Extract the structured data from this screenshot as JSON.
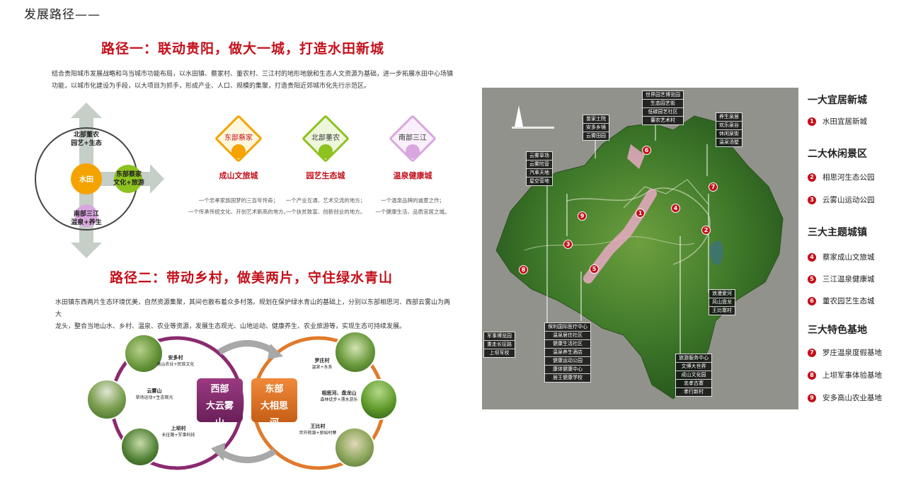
{
  "page_title": "发展路径——",
  "path1": {
    "title": "路径一：联动贵阳，做大一城，打造水田新城",
    "para1": "结合贵阳城市发展战略和乌当城市功能布局，以水田镇、蔡家村、董农村、三江村的地形地貌和生态人文资源为基础，进一步拓展水田中心场镇",
    "para2": "功能，以城市化建设为手段，以大项目为抓手，形成产业、人口、规模的集聚，打造贵阳近郊城市化先行示范区。",
    "compass": {
      "north": "北部董农",
      "north_sub": "园艺+生态",
      "center": "水田",
      "east": "东部蔡家",
      "east_sub": "文化+旅游",
      "south": "南部三江",
      "south_sub": "温泉+养生"
    },
    "towns": [
      {
        "diamond": "东部蔡家",
        "name": "成山文旅城",
        "line1": "一个忠孝家族国梦的三百年传奇；",
        "line2": "一个传承传统文化、开创艺术新高的地方。",
        "color": "#f5a300",
        "text_color": "#c3101b",
        "dot": "#f5a300"
      },
      {
        "diamond": "北部董农",
        "name": "园艺生态城",
        "line1": "一个产业互通、艺术交流的地方；",
        "line2": "一个扶贫致富、创新创业的地方。",
        "color": "#8dc21f",
        "text_color": "#c3101b",
        "dot": "#8dc21f"
      },
      {
        "diamond": "南部三江",
        "name": "温泉健康城",
        "line1": "一个温泉品牌的诚意之作；",
        "line2": "一个健康生活、品质宜居之城。",
        "color": "#d9a7e0",
        "text_color": "#c3101b",
        "dot": "#d9a7e0"
      }
    ]
  },
  "path2": {
    "title": "路径二：带动乡村，做美两片，守住绿水青山",
    "para1": "水田镇东西两片生态环境优美，自然资源集聚，其间也散布着众多村落。规划在保护绿水青山的基础上，分别以东部相思河、西部云雾山为两大",
    "para2": "龙头，整合当地山水、乡村、温泉、农业等资源，发展生态观光、山地运动、健康养生、农业旅游等，实现生态可持续发展。",
    "west_box": {
      "line1": "西部",
      "line2": "大云雾",
      "line3": "山"
    },
    "east_box": {
      "line1": "东部",
      "line2": "大相思",
      "line3": "河"
    },
    "west_villages": [
      {
        "name": "安多村",
        "sub": "高山农业+民族文化"
      },
      {
        "name": "云雾山",
        "sub": "草场运动+生态观光"
      },
      {
        "name": "上坝村",
        "sub": "长征路+军事科技"
      }
    ],
    "east_villages": [
      {
        "name": "罗庄村",
        "sub": "温泉+水系"
      },
      {
        "name": "相思河、盘龙山",
        "sub": "森林徒步+漂水游乐"
      },
      {
        "name": "王比村",
        "sub": "世外桃源+原始村寨"
      }
    ]
  },
  "map": {
    "tags": [
      {
        "id": "tag-top",
        "lines": [
          "世界园艺博览园",
          "生态园艺街",
          "低碳园艺社区",
          "董农艺术村"
        ]
      },
      {
        "id": "tag-miao",
        "lines": [
          "苗家土院",
          "安多乡镜",
          "云雾田园"
        ]
      },
      {
        "id": "tag-yunwu",
        "lines": [
          "云雾草场",
          "云雾险营",
          "汽車天地",
          "星空营地"
        ]
      },
      {
        "id": "tag-spring",
        "lines": [
          "养生泉居",
          "欢乐泉谷",
          "休闲泉街",
          "温泉汤墅"
        ]
      },
      {
        "id": "tag-river",
        "lines": [
          "浪漫爱河",
          "风山盘龙",
          "王比寨村"
        ]
      },
      {
        "id": "tag-military",
        "lines": [
          "军事博览园",
          "重走长征路",
          "上坝军校"
        ]
      },
      {
        "id": "tag-health",
        "lines": [
          "保利国际医疗中心",
          "温泉居住社区",
          "健康生活社区",
          "温泉养生酒店",
          "健康运动公园",
          "康体健康中心",
          "居王健康学校"
        ]
      },
      {
        "id": "tag-tour",
        "lines": [
          "旅游服务中心",
          "文博大世界",
          "成山文化园",
          "忠孝古寨",
          "孝行新村"
        ]
      }
    ]
  },
  "legend": [
    {
      "heading": "一大宜居新城",
      "items": [
        {
          "num": "1",
          "label": "水田宜居新城"
        }
      ]
    },
    {
      "heading": "二大休闲景区",
      "items": [
        {
          "num": "2",
          "label": "相思河生态公园"
        },
        {
          "num": "3",
          "label": "云雾山运动公园"
        }
      ]
    },
    {
      "heading": "三大主题城镇",
      "items": [
        {
          "num": "4",
          "label": "蔡家成山文旅城"
        },
        {
          "num": "5",
          "label": "三江温泉健康城"
        },
        {
          "num": "6",
          "label": "董农园艺生态城"
        }
      ]
    },
    {
      "heading": "三大特色基地",
      "items": [
        {
          "num": "7",
          "label": "罗庄温泉度假基地"
        },
        {
          "num": "8",
          "label": "上坝军事体验基地"
        },
        {
          "num": "9",
          "label": "安多高山农业基地"
        }
      ]
    }
  ],
  "colors": {
    "accent_red": "#c3101b",
    "orange": "#f5a300",
    "green": "#8dc21f",
    "pink": "#d9a7e0",
    "purple": "#8a2a6f",
    "brown_orange": "#e07a2c"
  }
}
